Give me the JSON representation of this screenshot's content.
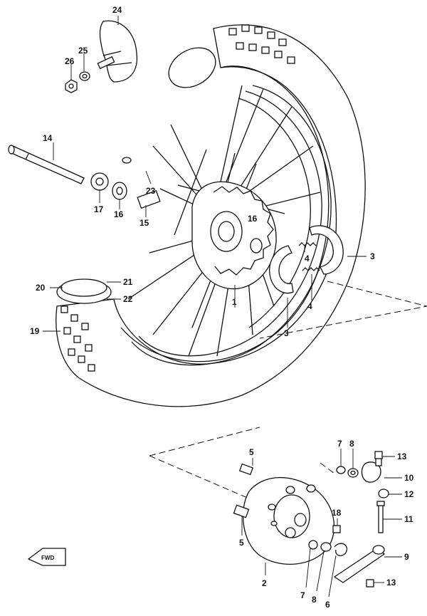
{
  "callouts": {
    "c24": "24",
    "c26": "26",
    "c25": "25",
    "c14": "14",
    "c23": "23",
    "c17": "17",
    "c16a": "16",
    "c15": "15",
    "c16b": "16",
    "c3a": "3",
    "c4a": "4",
    "c4b": "4",
    "c1": "1",
    "c3b": "3",
    "c20": "20",
    "c21": "21",
    "c22": "22",
    "c19": "19",
    "c5a": "5",
    "c7a": "7",
    "c8a": "8",
    "c13a": "13",
    "c10": "10",
    "c12": "12",
    "c18": "18",
    "c11": "11",
    "c5b": "5",
    "c9": "9",
    "c13b": "13",
    "c2": "2",
    "c7b": "7",
    "c8b": "8",
    "c6": "6"
  },
  "fwd_label": "FWD"
}
